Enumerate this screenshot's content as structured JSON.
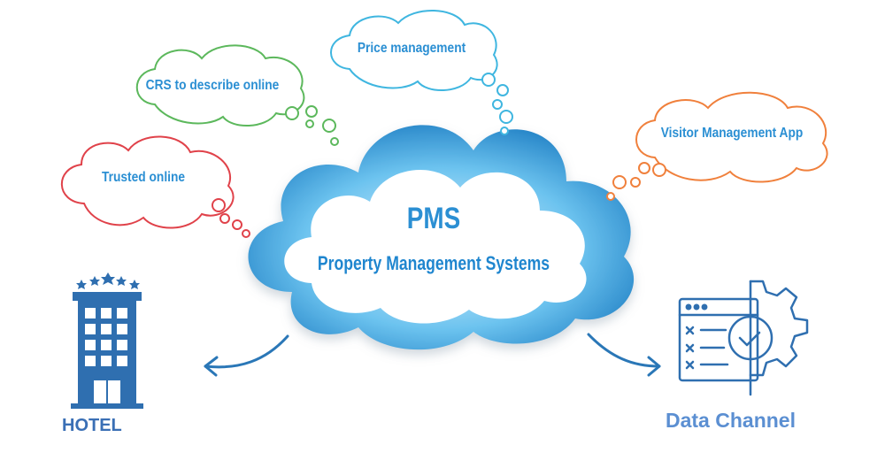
{
  "cloud": {
    "title": "PMS",
    "subtitle": "Property Management Systems"
  },
  "bubbles": [
    {
      "label": "Trusted online",
      "color": "#e0424a"
    },
    {
      "label": "CRS to describe online",
      "color": "#5cb85c"
    },
    {
      "label": "Price management",
      "color": "#3fb6e0"
    },
    {
      "label": "Visitor Management App",
      "color": "#f0803c"
    }
  ],
  "hotel": {
    "label": "HOTEL"
  },
  "data_channel": {
    "label": "Data Channel"
  },
  "colors": {
    "cloud_outer": "#2a8fcf",
    "cloud_inner": "#ffffff",
    "hotel": "#2f6fb0",
    "data_channel": "#2f6fb0",
    "arrow": "#2a77b7"
  }
}
